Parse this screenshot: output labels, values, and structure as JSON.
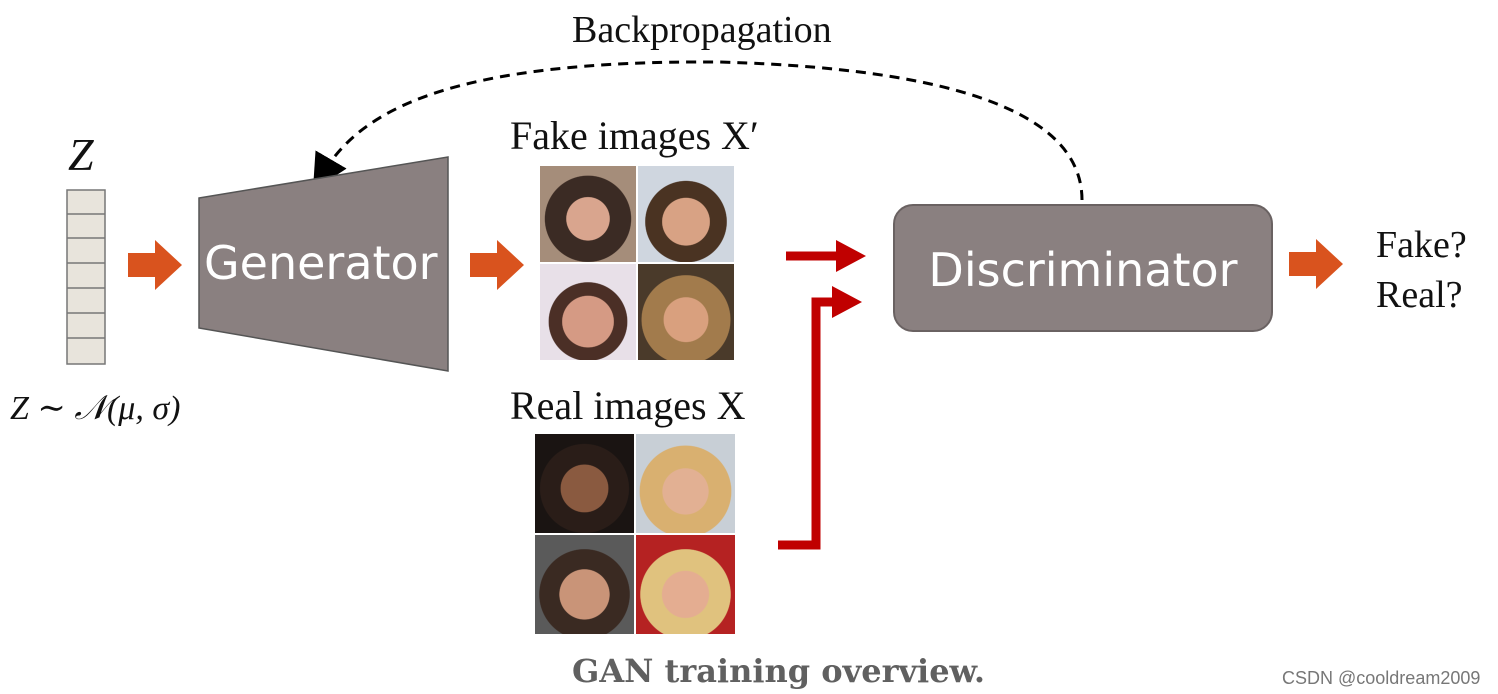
{
  "backprop_label": "Backpropagation",
  "z_label": "Z",
  "z_distribution": "Z ∼ 𝒩(μ, σ)",
  "generator_label": "Generator",
  "fake_images_label": "Fake images X′",
  "real_images_label": "Real images X",
  "discriminator_label": "Discriminator",
  "output_fake": "Fake?",
  "output_real": "Real?",
  "caption": "GAN training overview.",
  "watermark": "CSDN @cooldream2009",
  "colors": {
    "arrow_orange": "#d9531e",
    "arrow_red": "#c00000",
    "box_gray": "#8a8080",
    "vector_cell": "#e8e4dc"
  }
}
